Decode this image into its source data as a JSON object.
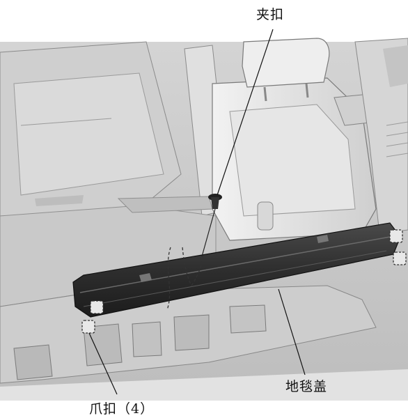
{
  "labels": {
    "clip": "夹扣",
    "carpet_cover": "地毯盖",
    "claw_clip": "爪扣（4）"
  }
}
